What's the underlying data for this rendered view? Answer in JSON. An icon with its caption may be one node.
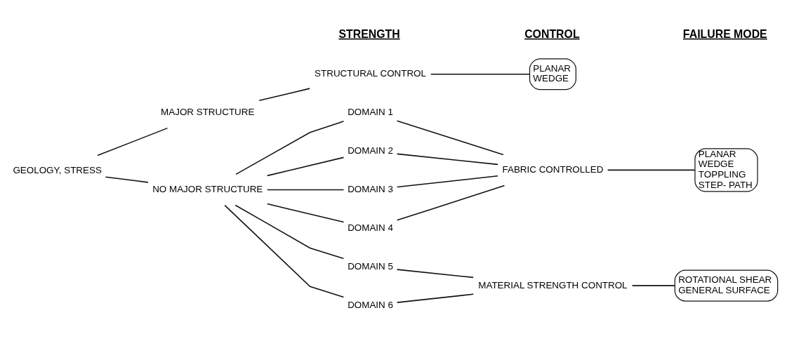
{
  "diagram": {
    "nodes": [
      {
        "text": [
          "GEOLOGY, STRESS"
        ]
      },
      {
        "text": [
          "MAJOR STRUCTURE"
        ]
      },
      {
        "text": [
          "STRUCTURAL CONTROL"
        ]
      },
      {
        "text": [
          "PLANAR",
          "WEDGE"
        ]
      },
      {
        "text": [
          "DOMAIN 1"
        ]
      },
      {
        "text": [
          "DOMAIN 2"
        ]
      },
      {
        "text": [
          "DOMAIN 3"
        ]
      },
      {
        "text": [
          "DOMAIN 4"
        ]
      },
      {
        "text": [
          "DOMAIN 5"
        ]
      },
      {
        "text": [
          "DOMAIN 6"
        ]
      },
      {
        "text": [
          "NO MAJOR STRUCTURE"
        ]
      },
      {
        "text": [
          "FABRIC CONTROLLED"
        ]
      },
      {
        "text": [
          "PLANAR",
          "WEDGE",
          "TOPPLING",
          "STEP- PATH"
        ]
      },
      {
        "text": [
          "MATERIAL STRENGTH CONTROL"
        ]
      },
      {
        "text": [
          "ROTATIONAL SHEAR",
          "GENERAL SURFACE"
        ]
      }
    ],
    "edges": [
      {
        "from": 0,
        "to": 1,
        "arrow": "none"
      },
      {
        "from": 0,
        "to": 10,
        "arrow": "none"
      },
      {
        "from": 1,
        "to": 2,
        "arrow": "none"
      },
      {
        "from": 2,
        "to": 3,
        "arrow": "none"
      },
      {
        "from": 10,
        "to": 4,
        "arrow": "none"
      },
      {
        "from": 10,
        "to": 5,
        "arrow": "none"
      },
      {
        "from": 10,
        "to": 6,
        "arrow": "none"
      },
      {
        "from": 10,
        "to": 7,
        "arrow": "none"
      },
      {
        "from": 10,
        "to": 8,
        "arrow": "none"
      },
      {
        "from": 10,
        "to": 9,
        "arrow": "none"
      },
      {
        "from": 4,
        "to": 11,
        "arrow": "none"
      },
      {
        "from": 5,
        "to": 11,
        "arrow": "none"
      },
      {
        "from": 6,
        "to": 11,
        "arrow": "none"
      },
      {
        "from": 7,
        "to": 11,
        "arrow": "none"
      },
      {
        "from": 8,
        "to": 13,
        "arrow": "none"
      },
      {
        "from": 9,
        "to": 13,
        "arrow": "none"
      },
      {
        "from": 11,
        "to": 12,
        "arrow": "none"
      },
      {
        "from": 13,
        "to": 14,
        "arrow": "none"
      }
    ],
    "labels": [
      "STRENGTH",
      "CONTROL",
      "FAILURE MODE"
    ]
  }
}
